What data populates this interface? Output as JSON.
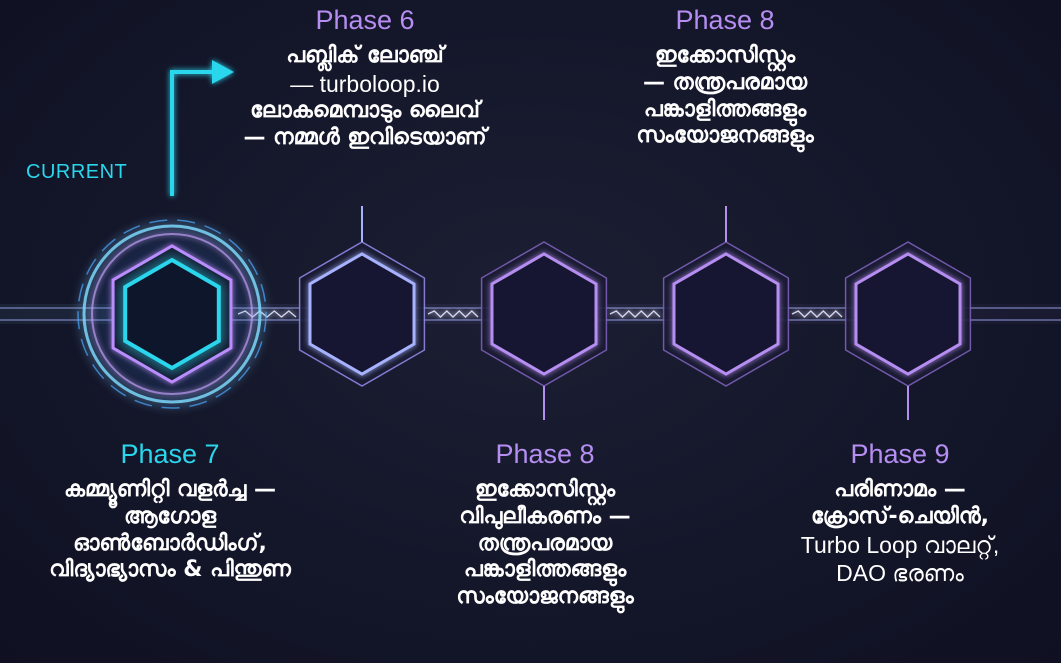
{
  "colors": {
    "cyan": "#2ad6ec",
    "purple": "#b68ef2",
    "text": "#ffffff",
    "background": "#14162a"
  },
  "current_label": "CURRENT",
  "nodes": [
    {
      "id": "phase-7-node",
      "state": "current",
      "stem": "none"
    },
    {
      "id": "phase-6-node",
      "state": "next",
      "stem": "up"
    },
    {
      "id": "phase-8a-node",
      "state": "future",
      "stem": "down"
    },
    {
      "id": "phase-8b-node",
      "state": "future",
      "stem": "up"
    },
    {
      "id": "phase-9-node",
      "state": "future",
      "stem": "down"
    }
  ],
  "phases": {
    "top_left": {
      "title": "Phase 6",
      "lines": [
        "പബ്ലിക് ലോഞ്ച്",
        "— turboloop.io",
        "ലോകമെമ്പാടും ലൈവ്",
        "— നമ്മൾ ഇവിടെയാണ്"
      ]
    },
    "top_right": {
      "title": "Phase 8",
      "lines": [
        "ഇക്കോസിസ്റ്റം",
        "— തന്ത്രപരമായ",
        "പങ്കാളിത്തങ്ങളും",
        "സംയോജനങ്ങളും"
      ]
    },
    "bottom_left": {
      "title": "Phase 7",
      "lines": [
        "കമ്മ്യൂണിറ്റി വളർച്ച —",
        "ആഗോള",
        "ഓൺബോർഡിംഗ്,",
        "വിദ്യാഭ്യാസം & പിന്തുണ"
      ]
    },
    "bottom_mid": {
      "title": "Phase 8",
      "lines": [
        "ഇക്കോസിസ്റ്റം",
        "വിപുലീകരണം —",
        "തന്ത്രപരമായ",
        "പങ്കാളിത്തങ്ങളും",
        "സംയോജനങ്ങളും"
      ]
    },
    "bottom_right": {
      "title": "Phase 9",
      "lines": [
        "പരിണാമം —",
        "ക്രോസ്-ചെയിൻ,",
        "Turbo Loop വാലറ്റ്,",
        "DAO ഭരണം"
      ]
    }
  }
}
